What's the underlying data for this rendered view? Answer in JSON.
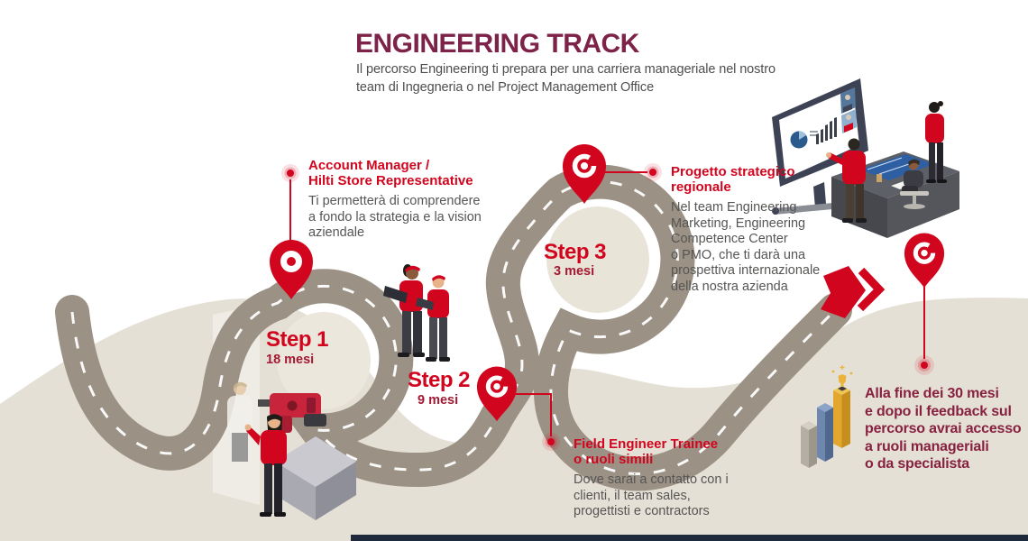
{
  "header": {
    "title": "ENGINEERING TRACK",
    "subtitle": [
      "Il percorso Engineering ti prepara per una carriera manageriale nel nostro",
      "team di Ingegneria o nel Project Management Office"
    ]
  },
  "steps": [
    {
      "label": "Step 1",
      "duration": "18 mesi"
    },
    {
      "label": "Step 2",
      "duration": "9 mesi"
    },
    {
      "label": "Step 3",
      "duration": "3 mesi"
    }
  ],
  "annotations": [
    {
      "title1": "Account Manager /",
      "title2": "Hilti Store Representative",
      "body": [
        "Ti permetterà di comprendere",
        "a fondo la strategia e la vision",
        "aziendale"
      ]
    },
    {
      "title1": "Progetto strategico",
      "title2": "regionale",
      "body": [
        "Nel team Engineering",
        "Marketing, Engineering",
        "Competence Center",
        "o PMO, che ti darà una",
        "prospettiva internazionale",
        "della nostra azienda"
      ]
    },
    {
      "title1": "Field Engineer Trainee",
      "title2": "o ruoli simili",
      "body": [
        "Dove sarai a contatto con i",
        "clienti, il team sales,",
        "progettisti e contractors"
      ]
    }
  ],
  "final_note": {
    "lines": [
      "Alla fine dei 30 mesi",
      "e dopo il feedback sul",
      "percorso avrai accesso",
      "a ruoli manageriali",
      "o da specialista"
    ]
  },
  "icons": {
    "map_pin": "map-pin",
    "arrow": "double-chevron-right",
    "trophy_chart": "bar-chart-with-trophy",
    "drill": "power-drill",
    "meeting": "meeting-room-scene",
    "trainees": "two-trainees-with-laptops"
  },
  "colors": {
    "accent_red": "#d2051e",
    "title_maroon": "#7d2248",
    "duration_maroon": "#a31933",
    "final_maroon": "#872140",
    "road_taupe": "#9b9184",
    "background_beige": "#e5e0d5",
    "footer_navy": "#1e2a3c",
    "body_gray": "#565655"
  }
}
